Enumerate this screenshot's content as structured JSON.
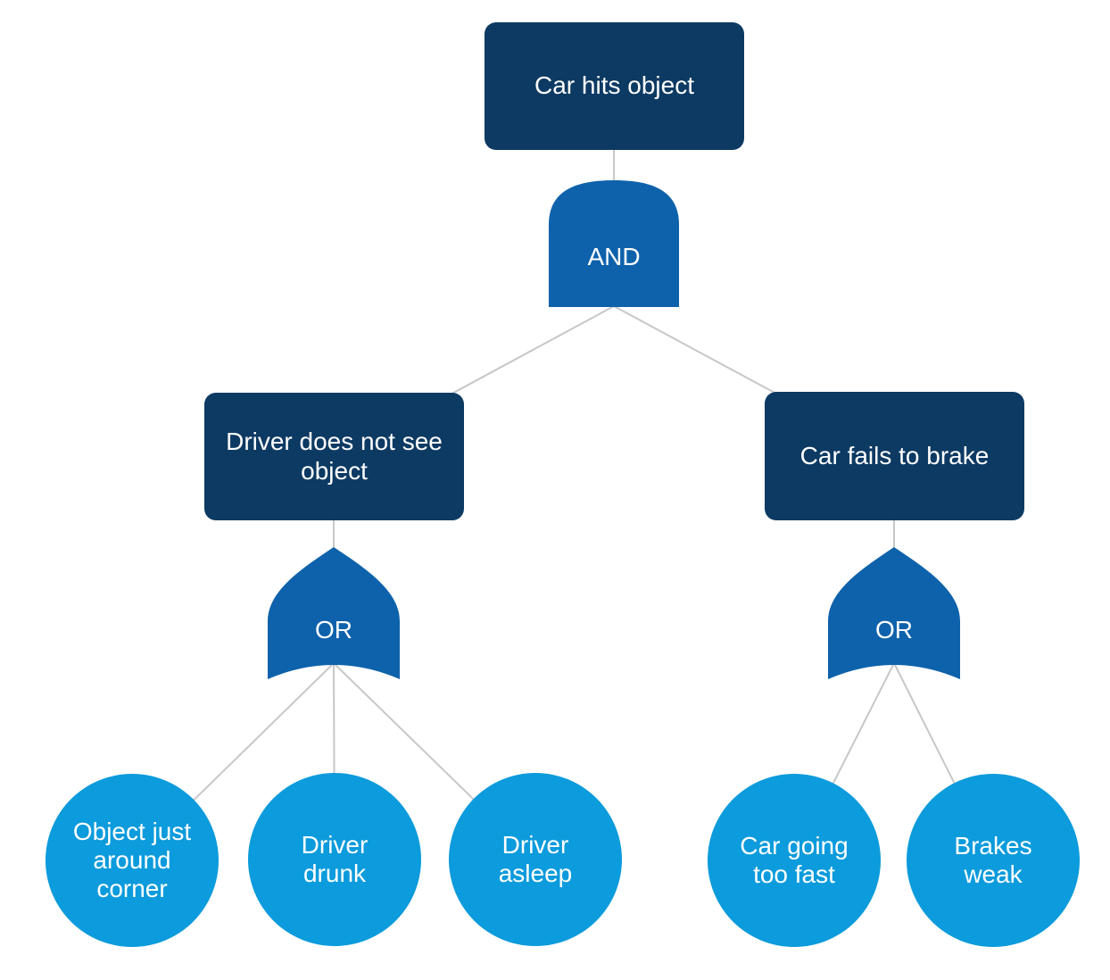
{
  "colors": {
    "event_box": "#0d3a63",
    "gate": "#0e62ab",
    "basic_event": "#0c9bdc",
    "connector": "#c7c7c7",
    "text": "#ffffff",
    "background": "#ffffff"
  },
  "diagram": {
    "type": "fault-tree",
    "top_event": {
      "label": "Car hits object"
    },
    "and_gate": {
      "label": "AND"
    },
    "left_branch": {
      "event": {
        "label": "Driver does not see object"
      },
      "gate": {
        "label": "OR"
      },
      "basic_events": [
        {
          "label": "Object just around corner"
        },
        {
          "label": "Driver drunk"
        },
        {
          "label": "Driver asleep"
        }
      ]
    },
    "right_branch": {
      "event": {
        "label": "Car fails to brake"
      },
      "gate": {
        "label": "OR"
      },
      "basic_events": [
        {
          "label": "Car going too fast"
        },
        {
          "label": "Brakes weak"
        }
      ]
    }
  }
}
